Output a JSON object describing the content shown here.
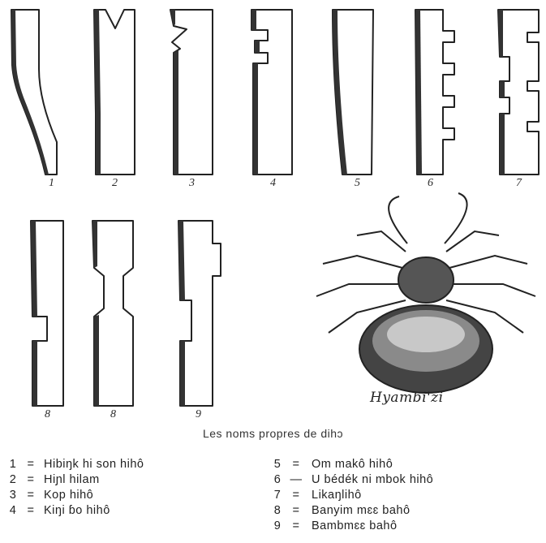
{
  "figure": {
    "caption": "Les noms propres de dihɔ",
    "spider_caption": "Hyambi'zi",
    "tool_numbers": [
      "1",
      "2",
      "3",
      "4",
      "5",
      "6",
      "7",
      "8",
      "8",
      "9"
    ]
  },
  "legend": {
    "left": [
      {
        "num": "1",
        "sep": "=",
        "name": "Hibiŋk hi son hihô"
      },
      {
        "num": "2",
        "sep": "=",
        "name": "Hiɲl hilam"
      },
      {
        "num": "3",
        "sep": "=",
        "name": "Kop hihô"
      },
      {
        "num": "4",
        "sep": "=",
        "name": "Kiŋi ɓo hihô"
      }
    ],
    "right": [
      {
        "num": "5",
        "sep": "=",
        "name": "Om makô hihô"
      },
      {
        "num": "6",
        "sep": "—",
        "name": "U bédék ni mbok hihô"
      },
      {
        "num": "7",
        "sep": "=",
        "name": "Likaŋlihô"
      },
      {
        "num": "8",
        "sep": "=",
        "name": "Banyim mɛɛ bahô"
      },
      {
        "num": "9",
        "sep": "=",
        "name": "Bambmɛɛ bahô"
      }
    ]
  }
}
